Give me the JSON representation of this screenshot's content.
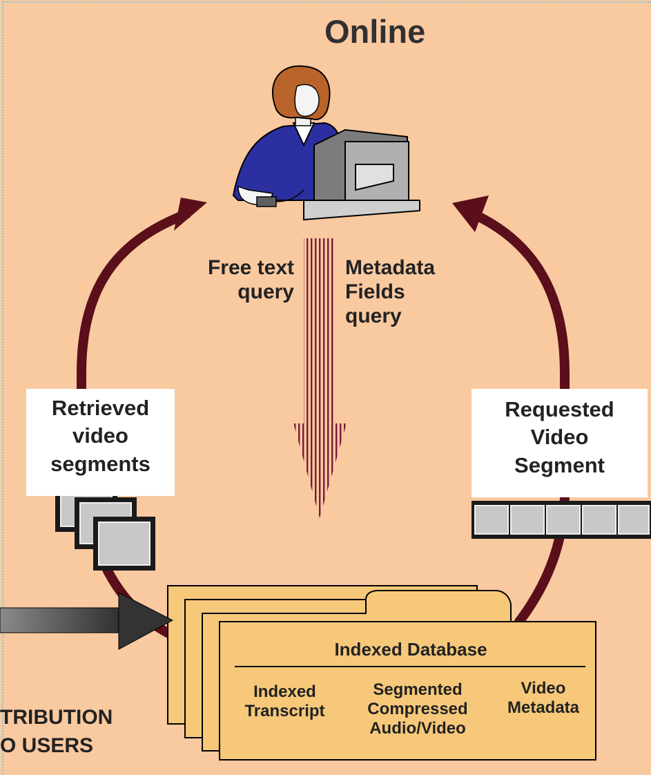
{
  "title": "Online",
  "query_labels": {
    "free_text": [
      "Free text",
      "query"
    ],
    "metadata": [
      "Metadata",
      "Fields",
      "query"
    ]
  },
  "retrieved_box": [
    "Retrieved",
    "video",
    "segments"
  ],
  "requested_box": [
    "Requested",
    "Video",
    "Segment"
  ],
  "database": {
    "title": "Indexed Database",
    "columns": [
      [
        "Indexed",
        "Transcript"
      ],
      [
        "Segmented",
        "Compressed",
        "Audio/Video"
      ],
      [
        "Video",
        "Metadata"
      ]
    ]
  },
  "distribution_label": [
    "TRIBUTION",
    "O USERS"
  ],
  "colors": {
    "background": "#f9c9a0",
    "cycle_arrow": "#5a0f1a",
    "folder": "#f7c87a",
    "user_shirt": "#2b2fa0",
    "monitor": "#a9a9a9"
  }
}
